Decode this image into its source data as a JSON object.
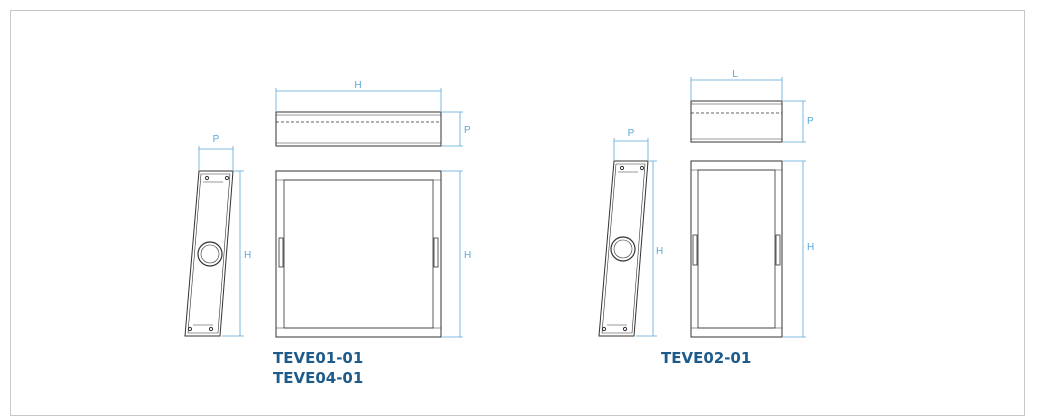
{
  "product_a": {
    "codes": [
      "TEVE01-01",
      "TEVE04-01"
    ],
    "dimensions": {
      "side_width": "P",
      "side_height": "H",
      "top_width": "H",
      "top_depth": "P",
      "front_height": "H"
    }
  },
  "product_b": {
    "codes": [
      "TEVE02-01"
    ],
    "dimensions": {
      "side_width": "P",
      "side_height": "H",
      "top_width": "L",
      "top_depth": "P",
      "front_height": "H"
    }
  },
  "colors": {
    "line": "#333333",
    "dimension": "#5aa8d8",
    "caption": "#1f5b8a",
    "frame": "#c8c8c8"
  }
}
